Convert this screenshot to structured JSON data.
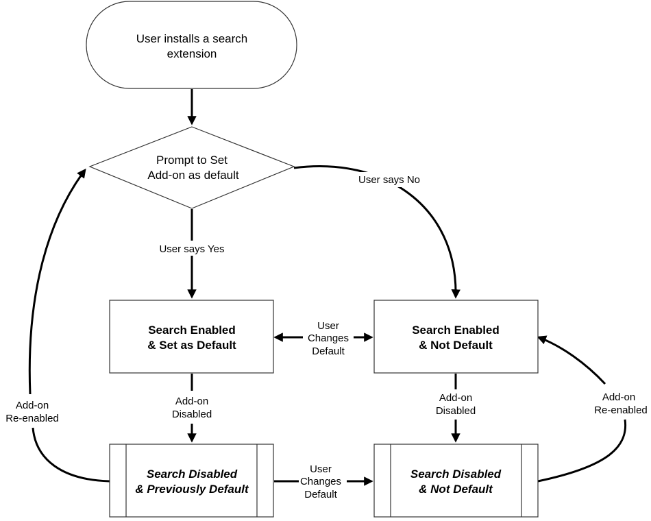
{
  "nodes": {
    "start": {
      "line1": "User installs a search",
      "line2": "extension"
    },
    "prompt": {
      "line1": "Prompt to Set",
      "line2": "Add-on as default"
    },
    "enabled_default": {
      "line1": "Search Enabled",
      "line2": "& Set as Default"
    },
    "enabled_not_default": {
      "line1": "Search Enabled",
      "line2": "& Not Default"
    },
    "disabled_prev_default": {
      "line1": "Search Disabled",
      "line2": "& Previously Default"
    },
    "disabled_not_default": {
      "line1": "Search Disabled",
      "line2": "& Not Default"
    }
  },
  "edges": {
    "says_yes": "User says Yes",
    "says_no": "User says No",
    "changes_default_top": {
      "line1": "User",
      "line2": "Changes",
      "line3": "Default"
    },
    "changes_default_bottom": {
      "line1": "User",
      "line2": "Changes",
      "line3": "Default"
    },
    "disabled_left": {
      "line1": "Add-on",
      "line2": "Disabled"
    },
    "disabled_right": {
      "line1": "Add-on",
      "line2": "Disabled"
    },
    "reenabled_left": {
      "line1": "Add-on",
      "line2": "Re-enabled"
    },
    "reenabled_right": {
      "line1": "Add-on",
      "line2": "Re-enabled"
    }
  }
}
